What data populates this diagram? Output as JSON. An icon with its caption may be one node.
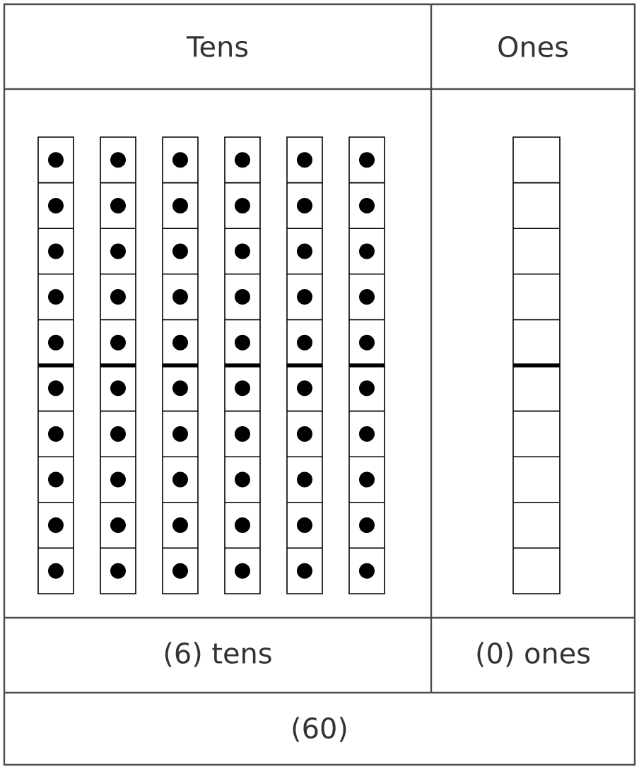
{
  "diagram": {
    "labels": [
      "Tens",
      "Ones",
      "(6) tens",
      "(0) ones",
      "(60)"
    ]
  }
}
